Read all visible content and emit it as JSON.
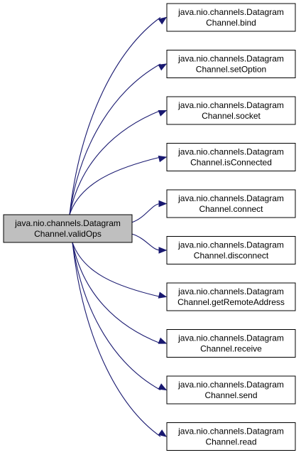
{
  "diagram": {
    "source": {
      "line1": "java.nio.channels.Datagram",
      "line2": "Channel.validOps"
    },
    "targets": [
      {
        "line1": "java.nio.channels.Datagram",
        "line2": "Channel.bind"
      },
      {
        "line1": "java.nio.channels.Datagram",
        "line2": "Channel.setOption"
      },
      {
        "line1": "java.nio.channels.Datagram",
        "line2": "Channel.socket"
      },
      {
        "line1": "java.nio.channels.Datagram",
        "line2": "Channel.isConnected"
      },
      {
        "line1": "java.nio.channels.Datagram",
        "line2": "Channel.connect"
      },
      {
        "line1": "java.nio.channels.Datagram",
        "line2": "Channel.disconnect"
      },
      {
        "line1": "java.nio.channels.Datagram",
        "line2": "Channel.getRemoteAddress"
      },
      {
        "line1": "java.nio.channels.Datagram",
        "line2": "Channel.receive"
      },
      {
        "line1": "java.nio.channels.Datagram",
        "line2": "Channel.send"
      },
      {
        "line1": "java.nio.channels.Datagram",
        "line2": "Channel.read"
      }
    ],
    "colors": {
      "source_fill": "#bfbfbf",
      "target_fill": "#ffffff",
      "edge": "#191970"
    }
  }
}
